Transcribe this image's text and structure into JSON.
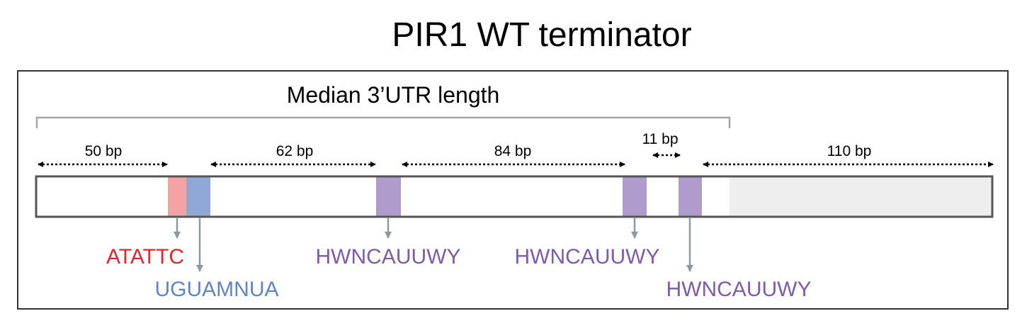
{
  "title": "PIR1 WT terminator",
  "bracket_label": "Median 3’UTR length",
  "spacings": [
    {
      "label": "50 bp"
    },
    {
      "label": "62 bp"
    },
    {
      "label": "84 bp"
    },
    {
      "label": "11 bp"
    },
    {
      "label": "110 bp"
    }
  ],
  "motifs": [
    {
      "label": "ATATTC",
      "color": "#e8212e",
      "fill": "#f4a2a4"
    },
    {
      "label": "UGUAMNUA",
      "color": "#6384c4",
      "fill": "#8fa8d6"
    },
    {
      "label": "HWNCAUUWY",
      "color": "#7e5ba6",
      "fill": "#b09ccc"
    },
    {
      "label": "HWNCAUUWY",
      "color": "#7e5ba6",
      "fill": "#b09ccc"
    },
    {
      "label": "HWNCAUUWY",
      "color": "#7e5ba6",
      "fill": "#b09ccc"
    }
  ],
  "colors": {
    "frame": "#333333",
    "bracket": "#a6a6a6",
    "arrow": "#8a9aa0",
    "beyond_utr": "#eeeeee"
  }
}
